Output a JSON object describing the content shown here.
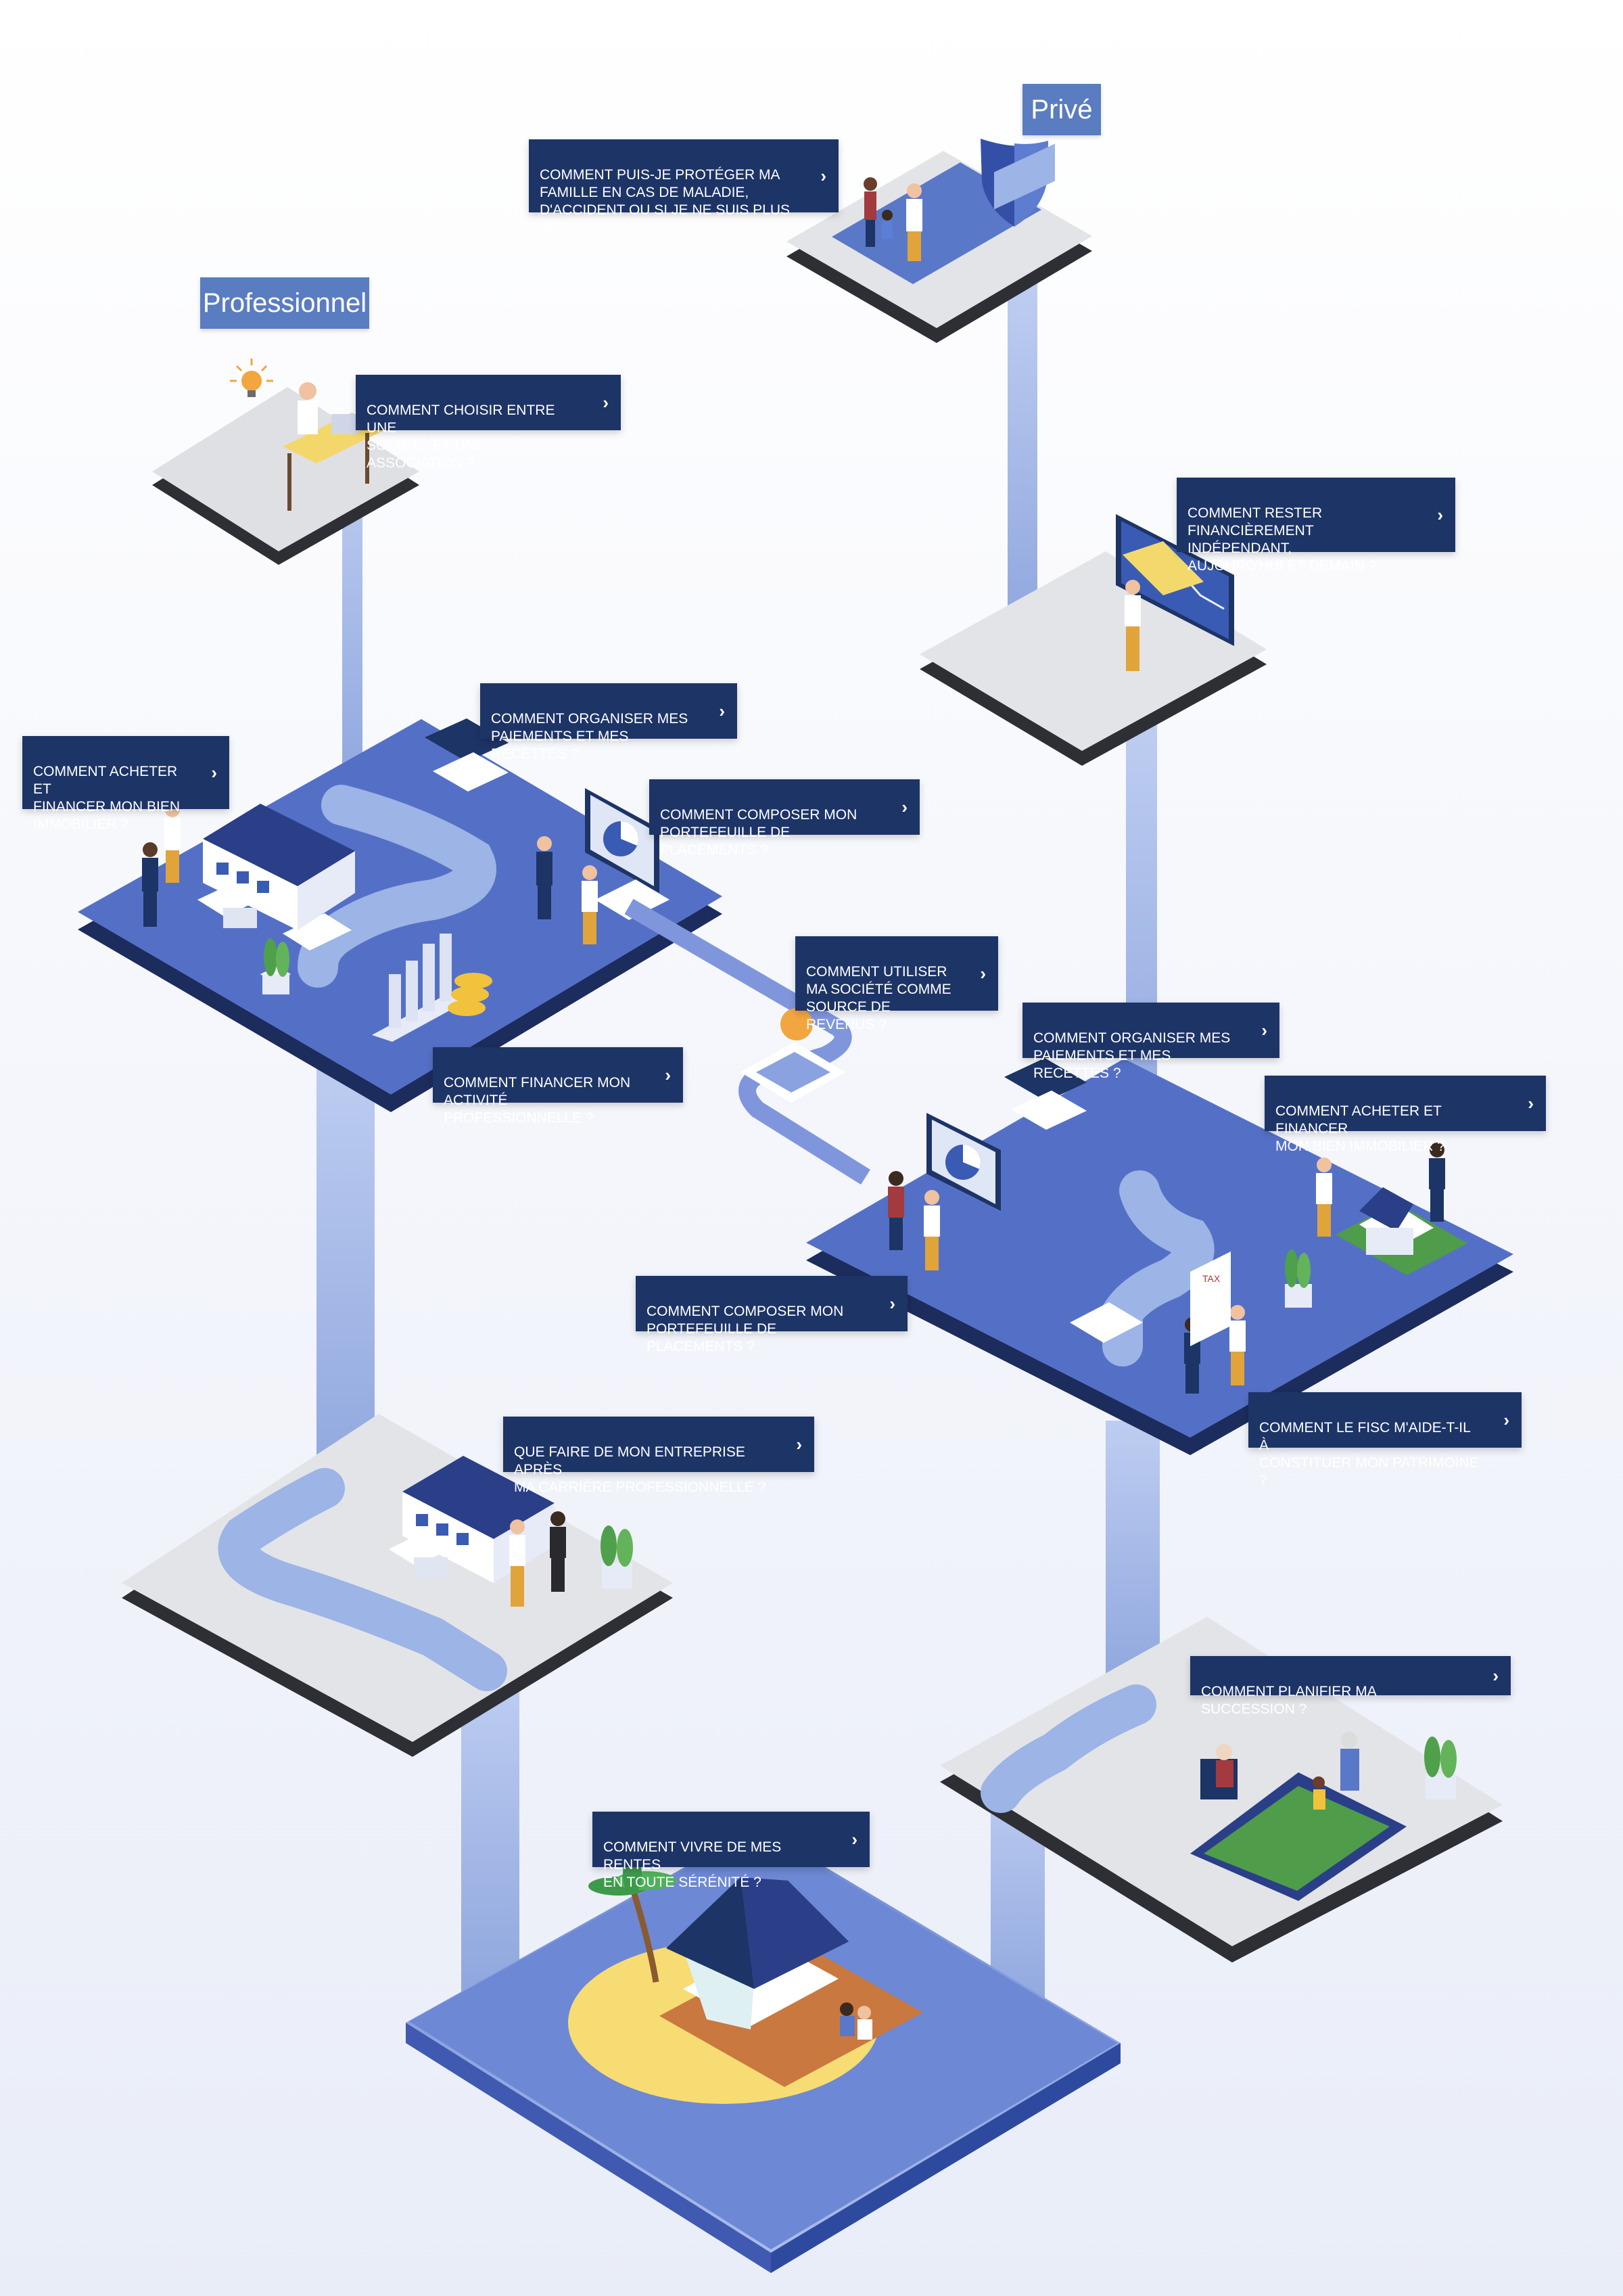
{
  "sections": {
    "prive": "Privé",
    "professionnel": "Professionnel"
  },
  "chevron": "›",
  "questions": {
    "proteger_famille": "COMMENT PUIS-JE PROTÉGER MA\nFAMILLE EN CAS DE MALADIE,\nD'ACCIDENT OU SI JE NE SUIS PLUS LÀ ?",
    "choisir_societe": "COMMENT CHOISIR ENTRE UNE\nSOCIÉTÉ ET UNE ASSOCIATION ?",
    "rester_independant": "COMMENT RESTER\nFINANCIÈREMENT INDÉPENDANT,\nAUJOURD'HUI ET DEMAIN ?",
    "organiser_paiements_pro": "COMMENT ORGANISER MES\nPAIEMENTS ET MES RECETTES ?",
    "acheter_bien_pro": "COMMENT ACHETER ET\nFINANCER MON BIEN\nIMMOBILIER ?",
    "portefeuille_pro": "COMMENT COMPOSER MON\nPORTEFEUILLE DE PLACEMENTS ?",
    "societe_revenus": "COMMENT UTILISER\nMA SOCIÉTÉ COMME\nSOURCE DE REVENUS ?",
    "organiser_paiements_prive": "COMMENT ORGANISER MES\nPAIEMENTS ET MES RECETTES ?",
    "financer_activite": "COMMENT FINANCER MON\nACTIVITÉ PROFESSIONNELLE ?",
    "acheter_bien_prive": "COMMENT ACHETER ET FINANCER\nMON BIEN IMMOBILIER ?",
    "portefeuille_prive": "COMMENT COMPOSER MON\nPORTEFEUILLE DE PLACEMENTS ?",
    "fisc_patrimoine": "COMMENT LE FISC M'AIDE-T-IL À\nCONSTITUER MON PATRIMOINE ?",
    "entreprise_apres_carriere": "QUE FAIRE DE MON ENTREPRISE APRÈS\nMA CARRIÈRE PROFESSIONNELLE ?",
    "planifier_succession": "COMMENT PLANIFIER MA SUCCESSION ?",
    "vivre_rentes": "COMMENT VIVRE DE MES RENTES\nEN TOUTE SÉRÉNITÉ ?"
  },
  "colors": {
    "navy": "#1d3466",
    "accent": "#5a7cc0",
    "platform_blue": "#5470c6",
    "platform_grey": "#e3e4e8",
    "water": "#9cb4e6"
  }
}
